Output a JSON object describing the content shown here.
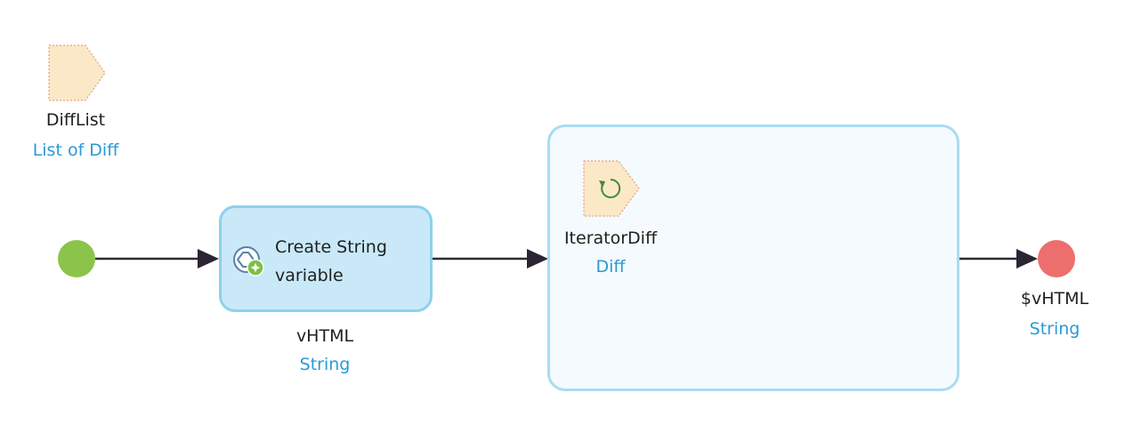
{
  "parameter": {
    "name": "DiffList",
    "type": "List of Diff"
  },
  "activity": {
    "line1": "Create String",
    "line2": "variable",
    "output_name": "vHTML",
    "output_type": "String"
  },
  "loop": {
    "iterator_name": "IteratorDiff",
    "iterator_type": "Diff"
  },
  "end": {
    "return_value": "$vHTML",
    "return_type": "String"
  },
  "colors": {
    "start": "#8cc34a",
    "end": "#ee6e6e",
    "activity_fill": "#c9e9f8",
    "activity_border": "#8fd0ee",
    "loop_border": "#a9dcf2",
    "type_text": "#2a9ad6",
    "parameter_fill": "#fbe8c6"
  }
}
